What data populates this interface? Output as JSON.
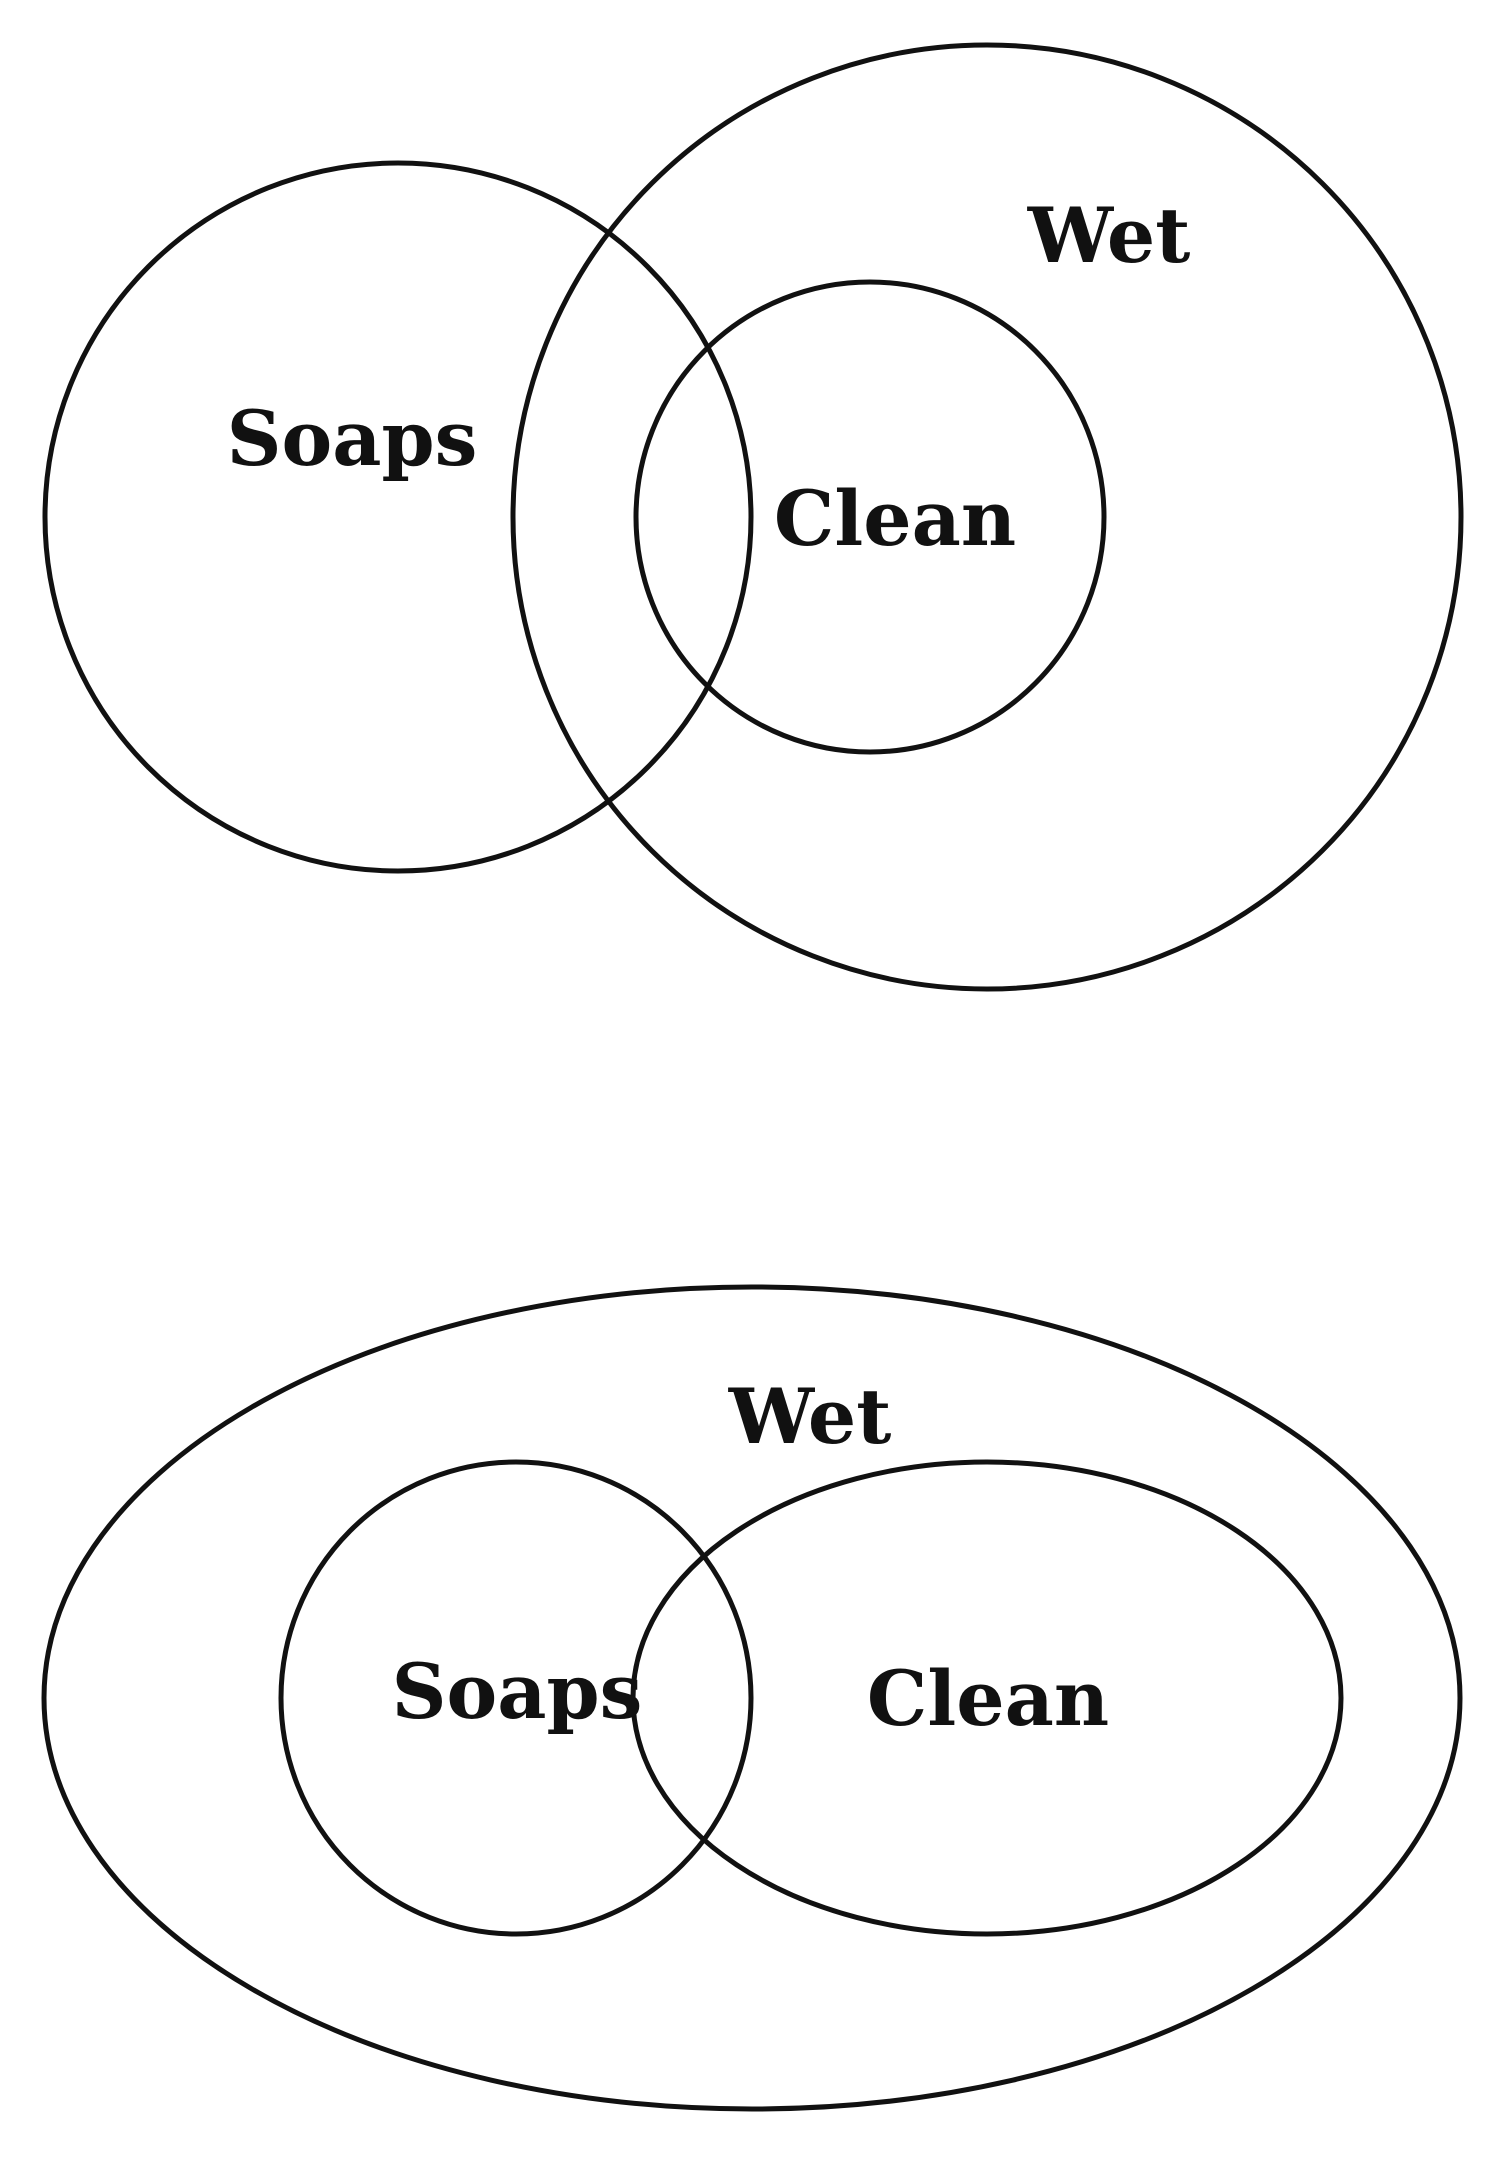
{
  "diagrams": [
    {
      "sets": [
        {
          "name": "soaps",
          "label": "Soaps"
        },
        {
          "name": "wet",
          "label": "Wet"
        },
        {
          "name": "clean",
          "label": "Clean"
        }
      ]
    },
    {
      "sets": [
        {
          "name": "wet",
          "label": "Wet"
        },
        {
          "name": "soaps",
          "label": "Soaps"
        },
        {
          "name": "clean",
          "label": "Clean"
        }
      ]
    }
  ],
  "colors": {
    "stroke": "#111111",
    "background": "#ffffff"
  }
}
